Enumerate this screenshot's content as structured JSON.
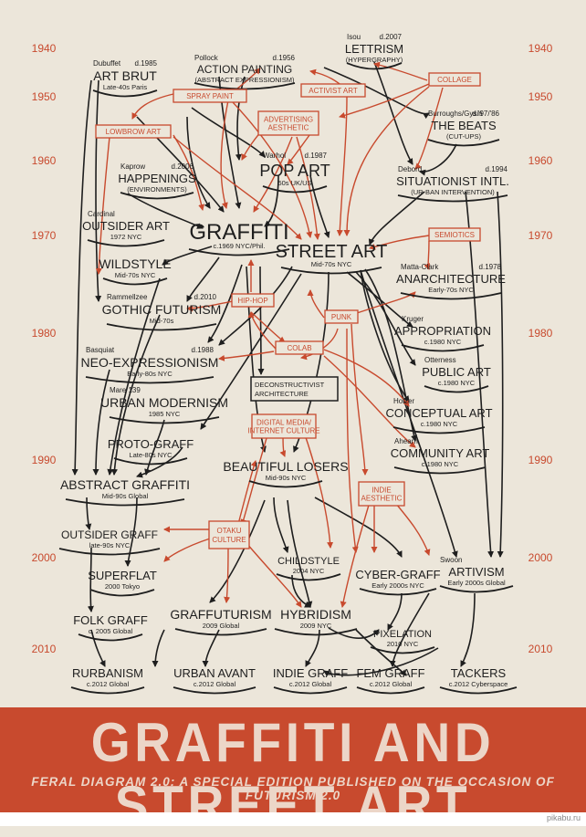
{
  "years": [
    "1940",
    "1950",
    "1960",
    "1970",
    "1980",
    "1990",
    "2000",
    "2010"
  ],
  "nodes": [
    {
      "id": "artbrut",
      "name": "ART BRUT",
      "person": "Dubuffet",
      "date": "d.1985",
      "sub": "Late-40s  Paris"
    },
    {
      "id": "action",
      "name": "ACTION PAINTING",
      "person": "Pollock",
      "date": "d.1956",
      "sub": "(ABSTRACT EXPRESSIONISM)"
    },
    {
      "id": "lettrism",
      "name": "LETTRISM",
      "person": "Isou",
      "date": "d.2007",
      "sub": "(HYPERGRAPHY)"
    },
    {
      "id": "beats",
      "name": "THE BEATS",
      "person": "Burroughs/Gysin",
      "date": "d.'97/'86",
      "sub": "(CUT-UPS)"
    },
    {
      "id": "popart",
      "name": "POP ART",
      "person": "Warhol",
      "date": "d.1987",
      "sub": "50s      UK/US"
    },
    {
      "id": "happenings",
      "name": "HAPPENINGS",
      "person": "Kaprow",
      "date": "d.2006",
      "sub": "(ENVIRONMENTS)"
    },
    {
      "id": "situ",
      "name": "SITUATIONIST INTL.",
      "person": "Debord",
      "date": "d.1994",
      "sub": "(UR-BAN INTERVENTION)"
    },
    {
      "id": "outsider",
      "name": "OUTSIDER ART",
      "person": "Cardinal",
      "date": "",
      "sub": "1972          NYC"
    },
    {
      "id": "graffiti",
      "name": "GRAFFITI",
      "person": "",
      "date": "",
      "sub": "c.1969    NYC/Phil."
    },
    {
      "id": "street",
      "name": "STREET ART",
      "person": "",
      "date": "",
      "sub": "Mid-70s       NYC"
    },
    {
      "id": "wildstyle",
      "name": "WILDSTYLE",
      "person": "",
      "date": "",
      "sub": "Mid-70s     NYC"
    },
    {
      "id": "anarch",
      "name": "ANARCHITECTURE",
      "person": "Matta-Clark",
      "date": "d.1978",
      "sub": "Early-70s          NYC"
    },
    {
      "id": "gothic",
      "name": "GOTHIC FUTURISM",
      "person": "Rammellzee",
      "date": "d.2010",
      "sub": "Mid-70s"
    },
    {
      "id": "approp",
      "name": "APPROPRIATION",
      "person": "Kruger",
      "date": "",
      "sub": "c.1980          NYC"
    },
    {
      "id": "neoexp",
      "name": "NEO-EXPRESSIONISM",
      "person": "Basquiat",
      "date": "d.1988",
      "sub": "Early-80s               NYC"
    },
    {
      "id": "public",
      "name": "PUBLIC ART",
      "person": "Otterness",
      "date": "",
      "sub": "c.1980     NYC"
    },
    {
      "id": "urbanmod",
      "name": "URBAN MODERNISM",
      "person": "Mare 139",
      "date": "",
      "sub": "1985                     NYC"
    },
    {
      "id": "conceptual",
      "name": "CONCEPTUAL ART",
      "person": "Holzer",
      "date": "",
      "sub": "c.1980            NYC"
    },
    {
      "id": "protograff",
      "name": "PROTO-GRAFF",
      "person": "",
      "date": "",
      "sub": "Late-80s       NYC"
    },
    {
      "id": "community",
      "name": "COMMUNITY ART",
      "person": "Ahearn",
      "date": "",
      "sub": "c.1980              NYC"
    },
    {
      "id": "abstract",
      "name": "ABSTRACT GRAFFITI",
      "person": "",
      "date": "",
      "sub": "Mid-90s              Global"
    },
    {
      "id": "losers",
      "name": "BEAUTIFUL LOSERS",
      "person": "",
      "date": "",
      "sub": "Mid-90s    NYC"
    },
    {
      "id": "outgraff",
      "name": "OUTSIDER GRAFF",
      "person": "",
      "date": "",
      "sub": "late-90s          NYC"
    },
    {
      "id": "superflat",
      "name": "SUPERFLAT",
      "person": "",
      "date": "",
      "sub": "2000        Tokyo"
    },
    {
      "id": "childstyle",
      "name": "CHILDSTYLE",
      "person": "",
      "date": "",
      "sub": "2004        NYC"
    },
    {
      "id": "cybergraff",
      "name": "CYBER-GRAFF",
      "person": "",
      "date": "",
      "sub": "Early 2000s   NYC"
    },
    {
      "id": "artivism",
      "name": "ARTIVISM",
      "person": "Swoon",
      "date": "",
      "sub": "Early 2000s  Global"
    },
    {
      "id": "folkgraff",
      "name": "FOLK GRAFF",
      "person": "",
      "date": "",
      "sub": "c. 2005   Global"
    },
    {
      "id": "graffuturism",
      "name": "GRAFFUTURISM",
      "person": "",
      "date": "",
      "sub": "2009                  Global"
    },
    {
      "id": "hybridism",
      "name": "HYBRIDISM",
      "person": "",
      "date": "",
      "sub": "2009              NYC"
    },
    {
      "id": "pixelation",
      "name": "PIXELATION",
      "person": "",
      "date": "",
      "sub": "2010     NYC"
    },
    {
      "id": "rurbanism",
      "name": "RURBANISM",
      "person": "",
      "date": "",
      "sub": "c.2012       Global"
    },
    {
      "id": "urbanavant",
      "name": "URBAN AVANT",
      "person": "",
      "date": "",
      "sub": "c.2012        Global"
    },
    {
      "id": "indiegraff",
      "name": "INDIE GRAFF",
      "person": "",
      "date": "",
      "sub": "c.2012      Global"
    },
    {
      "id": "femgraff",
      "name": "FEM GRAFF",
      "person": "",
      "date": "",
      "sub": "c.2012      Global"
    },
    {
      "id": "tackers",
      "name": "TACKERS",
      "person": "",
      "date": "",
      "sub": "c.2012 Cyberspace"
    }
  ],
  "influences": [
    "SPRAY PAINT",
    "ACTIVIST ART",
    "COLLAGE",
    "LOWBROW ART",
    "ADVERTISING AESTHETIC",
    "SEMIOTICS",
    "HIP-HOP",
    "PUNK",
    "COLAB",
    "DIGITAL MEDIA/ INTERNET CULTURE",
    "INDIE AESTHETIC",
    "OTAKU CULTURE"
  ],
  "boxed": "DECONSTRUCTIVIST ARCHITECTURE",
  "banner": {
    "title": "GRAFFITI AND STREET ART",
    "subtitle": "FERAL DIAGRAM 2.0: A SPECIAL EDITION PUBLISHED ON THE OCCASION OF FUTURISM 2.0"
  },
  "watermark": "pikabu.ru",
  "colors": {
    "background": "#ece6da",
    "ink": "#1e1e1e",
    "accent": "#c84a2e"
  }
}
